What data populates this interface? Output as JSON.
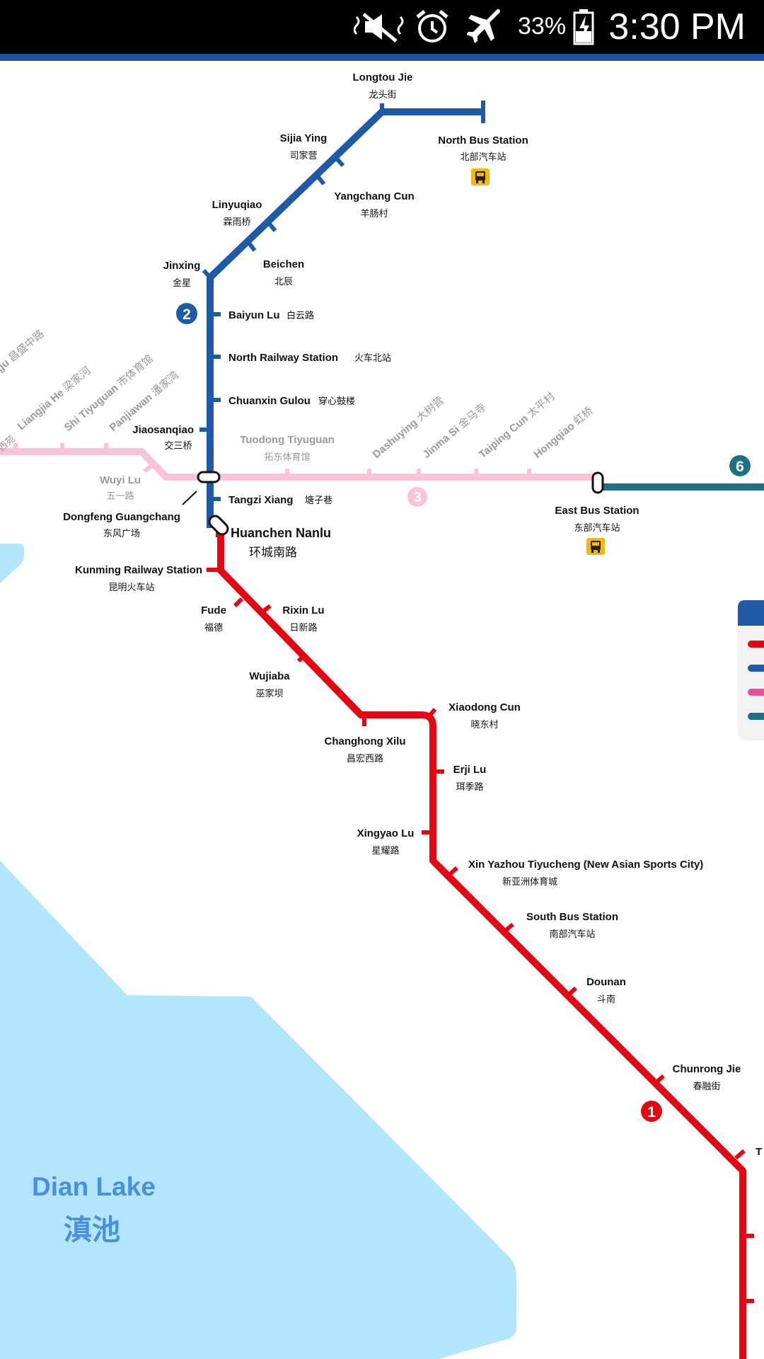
{
  "status_bar": {
    "battery_percent": "33%",
    "time": "3:30 PM"
  },
  "map": {
    "lake": {
      "name": "Dian Lake",
      "name_cn": "滇池"
    },
    "lines": [
      {
        "number": "1",
        "color": "#e30613"
      },
      {
        "number": "2",
        "color": "#1f5aa6"
      },
      {
        "number": "3",
        "color": "#f9c3da"
      },
      {
        "number": "6",
        "color": "#1f6f86"
      }
    ],
    "stations": {
      "longtou_jie": {
        "en": "Longtou Jie",
        "cn": "龙头街"
      },
      "north_bus_station": {
        "en": "North Bus Station",
        "cn": "北部汽车站"
      },
      "sijia_ying": {
        "en": "Sijia Ying",
        "cn": "司家营"
      },
      "yangchang_cun": {
        "en": "Yangchang Cun",
        "cn": "羊肠村"
      },
      "linyuqiao": {
        "en": "Linyuqiao",
        "cn": "霖雨桥"
      },
      "jinxing": {
        "en": "Jinxing",
        "cn": "金星"
      },
      "beichen": {
        "en": "Beichen",
        "cn": "北辰"
      },
      "baiyun_lu": {
        "en": "Baiyun Lu",
        "cn": "白云路"
      },
      "north_railway_station": {
        "en": "North Railway Station",
        "cn": "火车北站"
      },
      "chuanxin_gulou": {
        "en": "Chuanxin Gulou",
        "cn": "穿心鼓楼"
      },
      "jiaosanqiao": {
        "en": "Jiaosanqiao",
        "cn": "交三桥"
      },
      "tuodong_tiyuguan": {
        "en": "Tuodong Tiyuguan",
        "cn": "拓东体育馆"
      },
      "wuyi_lu": {
        "en": "Wuyi Lu",
        "cn": "五一路"
      },
      "tangzi_xiang": {
        "en": "Tangzi Xiang",
        "cn": "塘子巷"
      },
      "dongfeng_guangchang": {
        "en": "Dongfeng Guangchang",
        "cn": "东风广场"
      },
      "huanchen_nanlu": {
        "en": "Huanchen Nanlu",
        "cn": "环城南路"
      },
      "kunming_railway_station": {
        "en": "Kunming Railway Station",
        "cn": "昆明火车站"
      },
      "fude": {
        "en": "Fude",
        "cn": "福德"
      },
      "rixin_lu": {
        "en": "Rixin Lu",
        "cn": "日新路"
      },
      "wujiaba": {
        "en": "Wujiaba",
        "cn": "巫家坝"
      },
      "xiaodong_cun": {
        "en": "Xiaodong Cun",
        "cn": "晓东村"
      },
      "changhong_xilu": {
        "en": "Changhong Xilu",
        "cn": "昌宏西路"
      },
      "erji_lu": {
        "en": "Erji Lu",
        "cn": "珥季路"
      },
      "xingyao_lu": {
        "en": "Xingyao Lu",
        "cn": "星耀路"
      },
      "xin_yazhou": {
        "en": "Xin Yazhou Tiyucheng (New Asian Sports City)",
        "cn": "新亚洲体育城"
      },
      "south_bus_station": {
        "en": "South Bus Station",
        "cn": "南部汽车站"
      },
      "dounan": {
        "en": "Dounan",
        "cn": "斗南"
      },
      "chunrong_jie": {
        "en": "Chunrong Jie",
        "cn": "春融街"
      },
      "east_bus_station": {
        "en": "East Bus Station",
        "cn": "东部汽车站"
      },
      "cut_off_t": {
        "en": "T"
      }
    },
    "line3_diagonal_labels": [
      {
        "en": "gu",
        "cn": "昌盛中路"
      },
      {
        "en": "",
        "cn": "西苑"
      },
      {
        "en": "Liangjia He",
        "cn": "梁家河"
      },
      {
        "en": "Shi Tiyuguan",
        "cn": "市体育馆"
      },
      {
        "en": "Panjiawan",
        "cn": "潘家湾"
      },
      {
        "en": "Dashuying",
        "cn": "大树营"
      },
      {
        "en": "Jinma Si",
        "cn": "金马寺"
      },
      {
        "en": "Taiping Cun",
        "cn": "太平村"
      },
      {
        "en": "Hongqiao",
        "cn": "虹桥"
      }
    ]
  }
}
